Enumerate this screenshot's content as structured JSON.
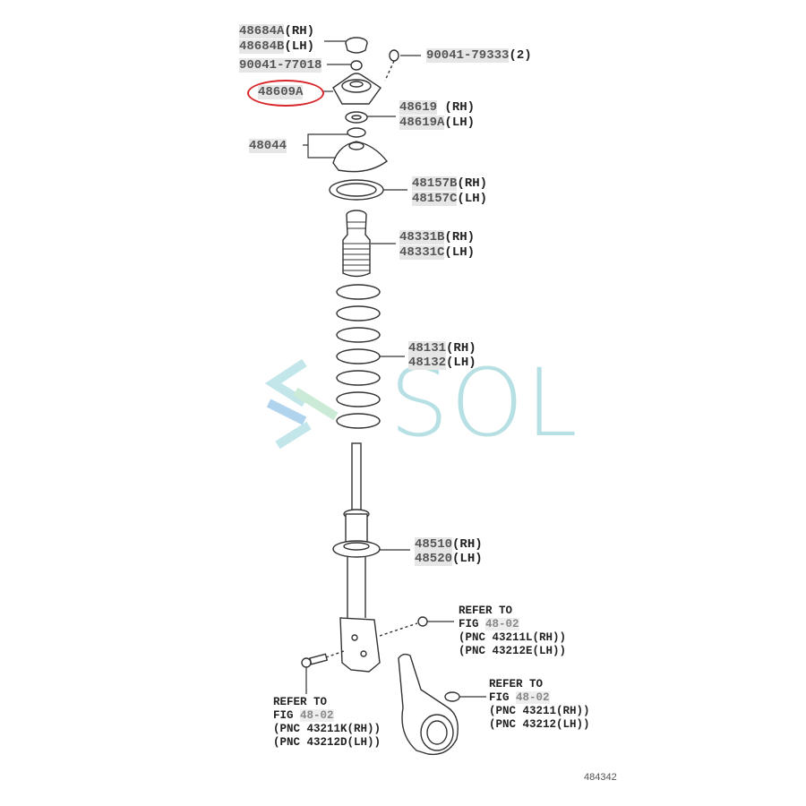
{
  "diagram": {
    "title": "Front strut / suspension exploded parts diagram",
    "figure_number": "484342",
    "highlight_color": "#d9262b",
    "highlighted_part": "48609A",
    "watermark": {
      "text": "SOL",
      "color": "#9fd6dc"
    }
  },
  "parts": [
    {
      "id": "p1",
      "number": "48684A",
      "suffix": "(RH)"
    },
    {
      "id": "p2",
      "number": "48684B",
      "suffix": "(LH)"
    },
    {
      "id": "p3",
      "number": "90041-77018",
      "suffix": ""
    },
    {
      "id": "p4",
      "number": "90041-79333",
      "suffix": "(2)"
    },
    {
      "id": "p5",
      "number": "48609A",
      "suffix": ""
    },
    {
      "id": "p6",
      "number": "48619",
      "suffix": " (RH)"
    },
    {
      "id": "p7",
      "number": "48619A",
      "suffix": "(LH)"
    },
    {
      "id": "p8",
      "number": "48044",
      "suffix": ""
    },
    {
      "id": "p9",
      "number": "48157B",
      "suffix": "(RH)"
    },
    {
      "id": "p10",
      "number": "48157C",
      "suffix": "(LH)"
    },
    {
      "id": "p11",
      "number": "48331B",
      "suffix": "(RH)"
    },
    {
      "id": "p12",
      "number": "48331C",
      "suffix": "(LH)"
    },
    {
      "id": "p13",
      "number": "48131",
      "suffix": "(RH)"
    },
    {
      "id": "p14",
      "number": "48132",
      "suffix": "(LH)"
    },
    {
      "id": "p15",
      "number": "48510",
      "suffix": "(RH)"
    },
    {
      "id": "p16",
      "number": "48520",
      "suffix": "(LH)"
    }
  ],
  "references": [
    {
      "line1": "REFER TO",
      "fig_prefix": "FIG ",
      "fig": "48-02",
      "line3": "(PNC 43211L(RH))",
      "line4": "(PNC 43212E(LH))"
    },
    {
      "line1": "REFER TO",
      "fig_prefix": "FIG ",
      "fig": "48-02",
      "line3": "(PNC 43211(RH))",
      "line4": "(PNC 43212(LH))"
    },
    {
      "line1": "REFER TO",
      "fig_prefix": "FIG ",
      "fig": "48-02",
      "line3": "(PNC 43211K(RH))",
      "line4": "(PNC 43212D(LH))"
    }
  ]
}
